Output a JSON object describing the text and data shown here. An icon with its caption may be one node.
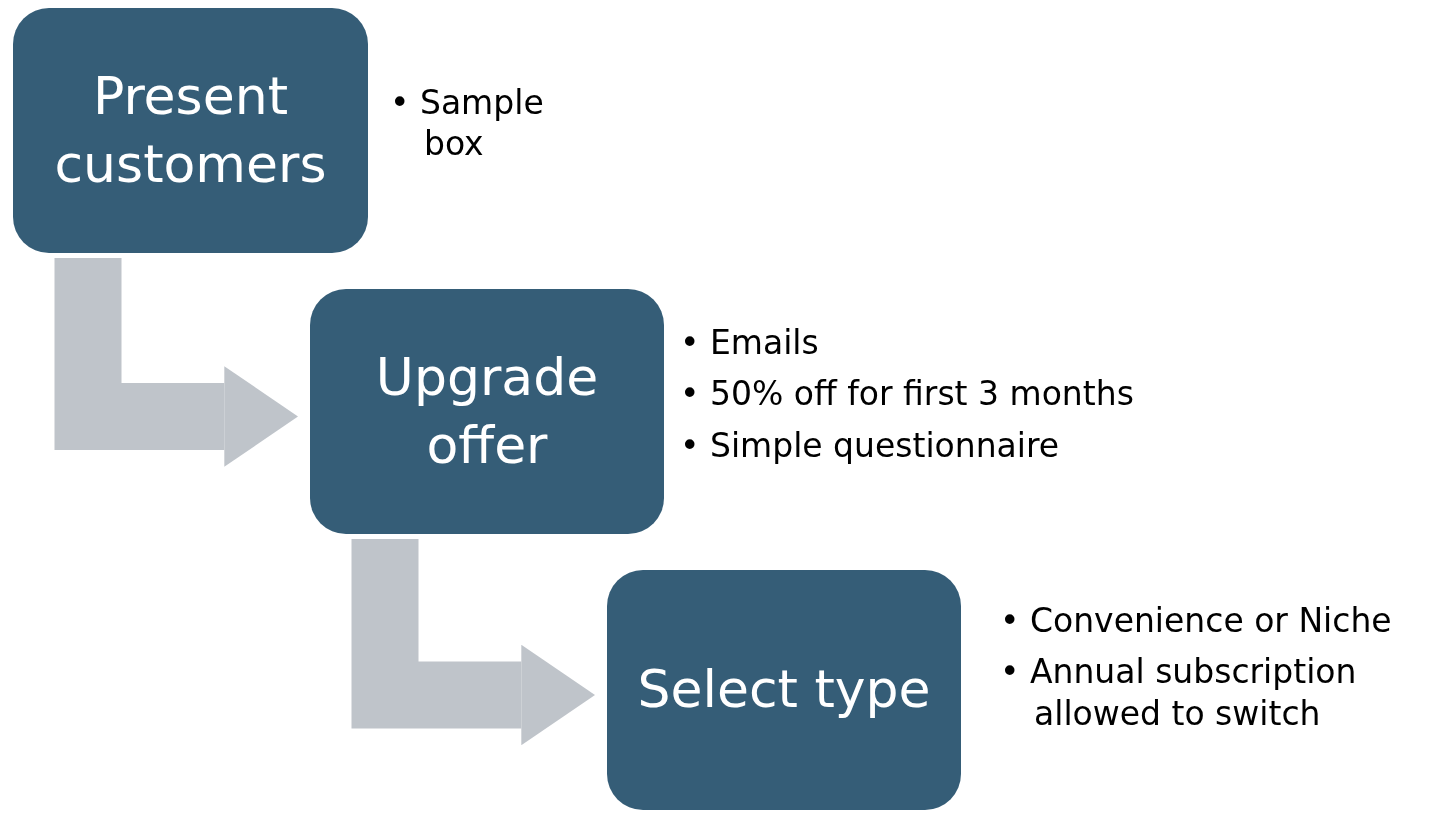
{
  "diagram": {
    "nodes": [
      {
        "text": [
          "Present customers"
        ],
        "beside": [
          "• Sample box"
        ]
      },
      {
        "text": [
          "Upgrade offer"
        ],
        "beside": [
          "• Emails",
          "• 50% off for first 3 months",
          "• Simple questionnaire"
        ]
      },
      {
        "text": [
          "Select type"
        ],
        "beside": [
          "• Convenience or Niche",
          "• Annual subscription allowed to switch"
        ]
      }
    ],
    "edges": [
      {
        "from": 0,
        "to": 1,
        "arrow": "to"
      },
      {
        "from": 1,
        "to": 2,
        "arrow": "to"
      }
    ]
  }
}
